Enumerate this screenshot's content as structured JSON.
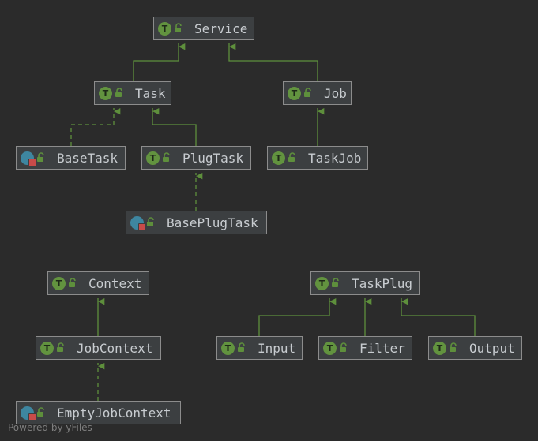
{
  "diagram": {
    "nodes": [
      {
        "id": "service",
        "label": "Service",
        "kind": "interface",
        "kind_letter": "T",
        "kind_icon": "interface-icon"
      },
      {
        "id": "task",
        "label": "Task",
        "kind": "interface",
        "kind_letter": "T",
        "kind_icon": "interface-icon"
      },
      {
        "id": "job",
        "label": "Job",
        "kind": "interface",
        "kind_letter": "T",
        "kind_icon": "interface-icon"
      },
      {
        "id": "basetask",
        "label": "BaseTask",
        "kind": "abstract",
        "kind_letter": "",
        "kind_icon": "abstract-class-icon"
      },
      {
        "id": "plugtask",
        "label": "PlugTask",
        "kind": "interface",
        "kind_letter": "T",
        "kind_icon": "interface-icon"
      },
      {
        "id": "taskjob",
        "label": "TaskJob",
        "kind": "interface",
        "kind_letter": "T",
        "kind_icon": "interface-icon"
      },
      {
        "id": "baseplugtask",
        "label": "BasePlugTask",
        "kind": "abstract",
        "kind_letter": "",
        "kind_icon": "abstract-class-icon"
      },
      {
        "id": "context",
        "label": "Context",
        "kind": "interface",
        "kind_letter": "T",
        "kind_icon": "interface-icon"
      },
      {
        "id": "jobcontext",
        "label": "JobContext",
        "kind": "interface",
        "kind_letter": "T",
        "kind_icon": "interface-icon"
      },
      {
        "id": "emptyjobcontext",
        "label": "EmptyJobContext",
        "kind": "abstract",
        "kind_letter": "",
        "kind_icon": "abstract-class-icon"
      },
      {
        "id": "taskplug",
        "label": "TaskPlug",
        "kind": "interface",
        "kind_letter": "T",
        "kind_icon": "interface-icon"
      },
      {
        "id": "input",
        "label": "Input",
        "kind": "interface",
        "kind_letter": "T",
        "kind_icon": "interface-icon"
      },
      {
        "id": "filter",
        "label": "Filter",
        "kind": "interface",
        "kind_letter": "T",
        "kind_icon": "interface-icon"
      },
      {
        "id": "output",
        "label": "Output",
        "kind": "interface",
        "kind_letter": "T",
        "kind_icon": "interface-icon"
      }
    ],
    "edges": [
      {
        "from": "task",
        "to": "service",
        "type": "extends"
      },
      {
        "from": "job",
        "to": "service",
        "type": "extends"
      },
      {
        "from": "basetask",
        "to": "task",
        "type": "implements"
      },
      {
        "from": "plugtask",
        "to": "task",
        "type": "extends"
      },
      {
        "from": "taskjob",
        "to": "job",
        "type": "extends"
      },
      {
        "from": "baseplugtask",
        "to": "plugtask",
        "type": "implements"
      },
      {
        "from": "jobcontext",
        "to": "context",
        "type": "extends"
      },
      {
        "from": "emptyjobcontext",
        "to": "jobcontext",
        "type": "implements"
      },
      {
        "from": "input",
        "to": "taskplug",
        "type": "extends"
      },
      {
        "from": "filter",
        "to": "taskplug",
        "type": "extends"
      },
      {
        "from": "output",
        "to": "taskplug",
        "type": "extends"
      }
    ],
    "colors": {
      "background": "#2b2b2b",
      "node_fill": "#3c3f41",
      "node_border": "#8c8c8c",
      "edge": "#5e8f3c",
      "text": "#c8ccd0"
    },
    "icons": {
      "visibility": "unlock-icon"
    }
  },
  "footer": {
    "text": "Powered by yFiles"
  }
}
